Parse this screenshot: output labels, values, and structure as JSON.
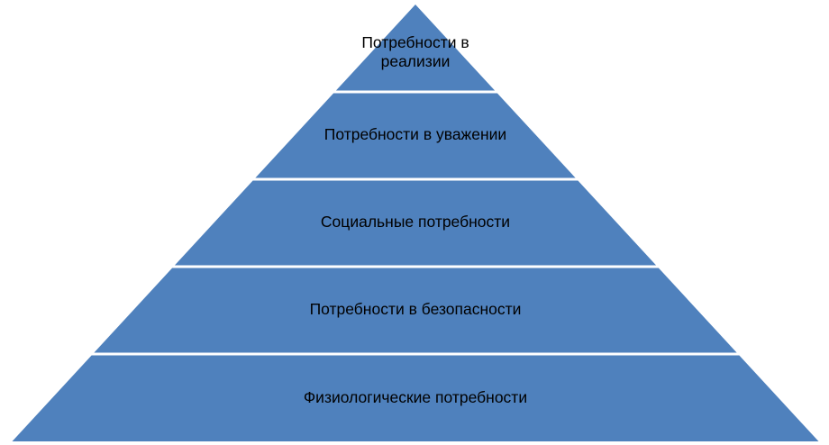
{
  "pyramid": {
    "fill_color": "#4F81BD",
    "separator_color": "#FFFFFF",
    "levels": [
      {
        "lines": [
          "Потребности в",
          "реализии"
        ]
      },
      {
        "lines": [
          "Потребности в уважении"
        ]
      },
      {
        "lines": [
          "Социальные потребности"
        ]
      },
      {
        "lines": [
          "Потребности в безопасности"
        ]
      },
      {
        "lines": [
          "Физиологические потребности"
        ]
      }
    ]
  }
}
